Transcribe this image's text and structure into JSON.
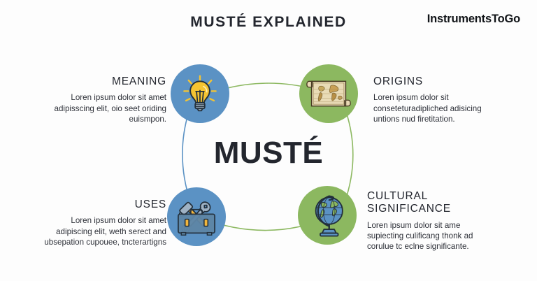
{
  "header": {
    "title": "MUSTÉ EXPLAINED",
    "brand": "InstrumentsToGo"
  },
  "center": {
    "label": "MUSTÉ"
  },
  "colors": {
    "blue": "#5b92c4",
    "green": "#8cb860",
    "bulb_yellow": "#f5c432",
    "text_dark": "#23262e",
    "background": "#fdfdfd"
  },
  "nodes": [
    {
      "id": "meaning",
      "title": "MEANING",
      "body": "Loren ipsum dolor sit amet adipisscing elit, oio seet oriding euismpon.",
      "icon": "lightbulb-icon",
      "color": "#5b92c4"
    },
    {
      "id": "origins",
      "title": "ORIGINS",
      "body": "Loren ipsum dolor sit conseteturadipliched adisicing untions nud firetitation.",
      "icon": "map-scroll-icon",
      "color": "#8cb860"
    },
    {
      "id": "uses",
      "title": "USES",
      "body": "Loren ipsum dolor sit amet adipiscing elit, weth serect and ubsepation cupouee, tncterartigns",
      "icon": "toolbox-icon",
      "color": "#5b92c4"
    },
    {
      "id": "cultural",
      "title": "CULTURAL SIGNIFICANCE",
      "body": "Loren ipsum dolor sit ame supiecting culificang thonk ad corulue tc eclne significante.",
      "icon": "globe-icon",
      "color": "#8cb860"
    }
  ]
}
